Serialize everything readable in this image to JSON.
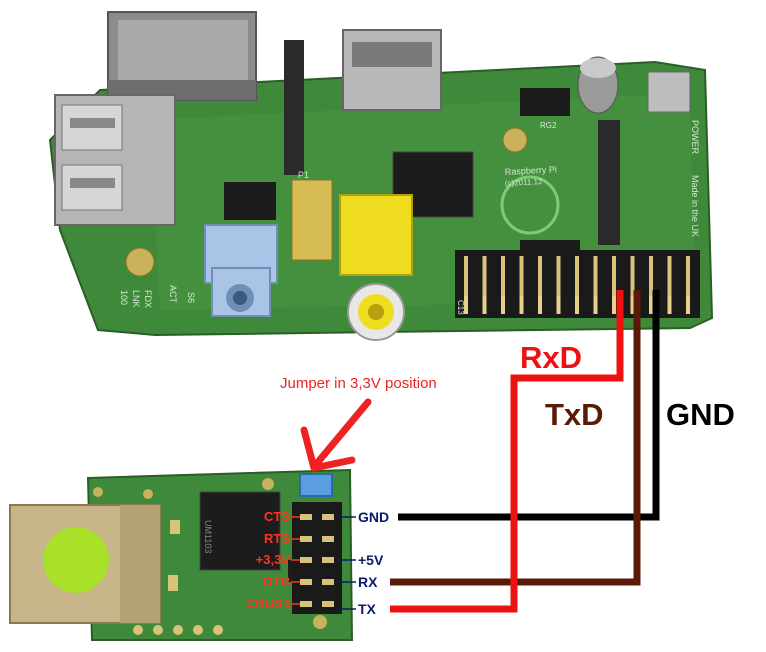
{
  "wires": {
    "rxd": {
      "label": "RxD",
      "color": "#ee1111"
    },
    "txd": {
      "label": "TxD",
      "color": "#5a1a05"
    },
    "gnd": {
      "label": "GND",
      "color": "#000000"
    }
  },
  "annotation": {
    "text": "Jumper in 3,3V position",
    "color": "#ee2222"
  },
  "usb_serial_board": {
    "pin_labels": [
      "CTS",
      "RTS",
      "+3,3V",
      "DTR",
      "CBUS4"
    ],
    "side_labels": [
      "GND",
      "+5V",
      "RX",
      "TX"
    ],
    "pin_label_color": "#ff3322",
    "side_label_color": "#0a1a66",
    "part_marking": "UM1103"
  },
  "raspberry_pi": {
    "board_text": [
      "Raspberry Pi",
      "(c)2011.12",
      "POWER",
      "Made in the UK",
      "S6",
      "ACT",
      "FDX",
      "LNK",
      "100",
      "P1",
      "C13",
      "RG2"
    ]
  }
}
